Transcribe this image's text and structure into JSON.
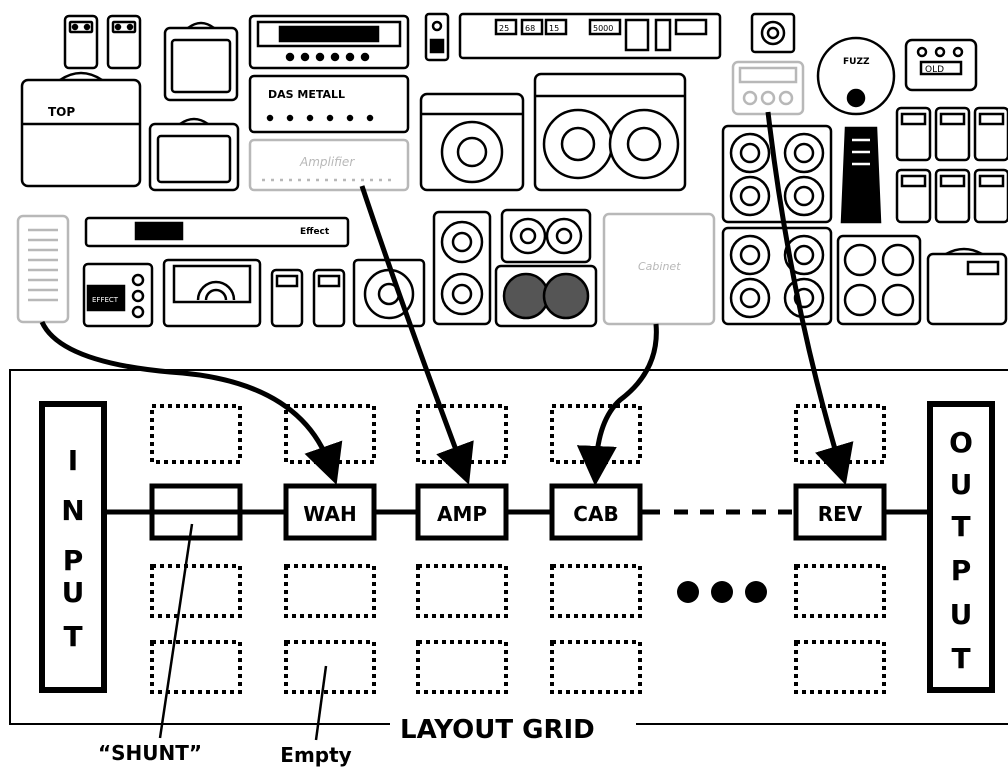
{
  "grid": {
    "title": "LAYOUT GRID",
    "input_letters": [
      "I",
      "N",
      "P",
      "U",
      "T"
    ],
    "output_letters": [
      "O",
      "U",
      "T",
      "P",
      "U",
      "T"
    ],
    "blocks": {
      "wah": "WAH",
      "amp": "AMP",
      "cab": "CAB",
      "rev": "REV"
    }
  },
  "callouts": {
    "shunt": "“SHUNT”",
    "empty": "Empty"
  },
  "gear_labels": {
    "top_amp": "TOP",
    "head_2": "DAS METALL",
    "head_3": "Amplifier",
    "rack_effect": "Effect",
    "stomp_effect": "EFFECT",
    "fuzz": "FUZZ",
    "old": "OLD",
    "cab_script": "Cabinet",
    "rack_d1": "25",
    "rack_d2": "68",
    "rack_d3": "15",
    "rack_d4": "5000"
  }
}
